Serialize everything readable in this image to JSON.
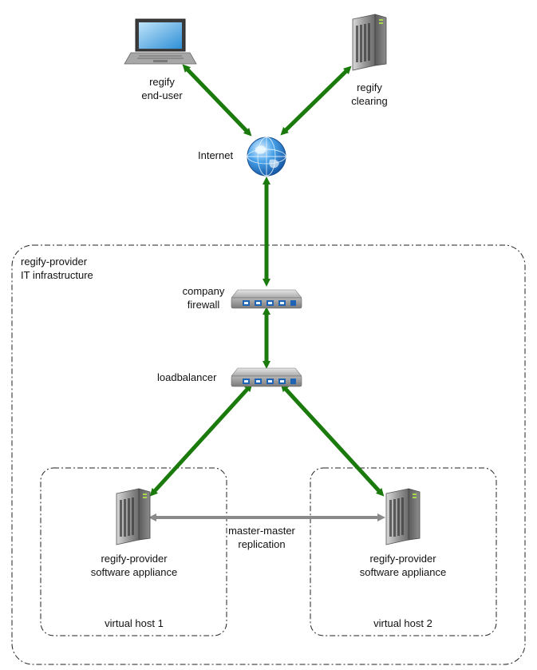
{
  "nodes": {
    "end_user": {
      "line1": "regify",
      "line2": "end-user"
    },
    "clearing": {
      "line1": "regify",
      "line2": "clearing"
    },
    "internet": {
      "label": "Internet"
    },
    "firewall": {
      "line1": "company",
      "line2": "firewall"
    },
    "loadbalancer": {
      "label": "loadbalancer"
    },
    "appliance_1": {
      "line1": "regify-provider",
      "line2": "software appliance"
    },
    "appliance_2": {
      "line1": "regify-provider",
      "line2": "software appliance"
    }
  },
  "groups": {
    "provider": {
      "line1": "regify-provider",
      "line2": "IT infrastructure"
    },
    "host_1": {
      "label": "virtual host 1"
    },
    "host_2": {
      "label": "virtual host 2"
    }
  },
  "replication": {
    "line1": "master-master",
    "line2": "replication"
  },
  "colors": {
    "link": "#1a7a0c",
    "replication": "#8a8a8a",
    "border": "#222222"
  },
  "icons": {
    "end_user": "laptop-icon",
    "clearing": "server-icon",
    "internet": "globe-icon",
    "firewall": "network-switch-icon",
    "loadbalancer": "network-switch-icon",
    "appliance": "server-icon"
  }
}
